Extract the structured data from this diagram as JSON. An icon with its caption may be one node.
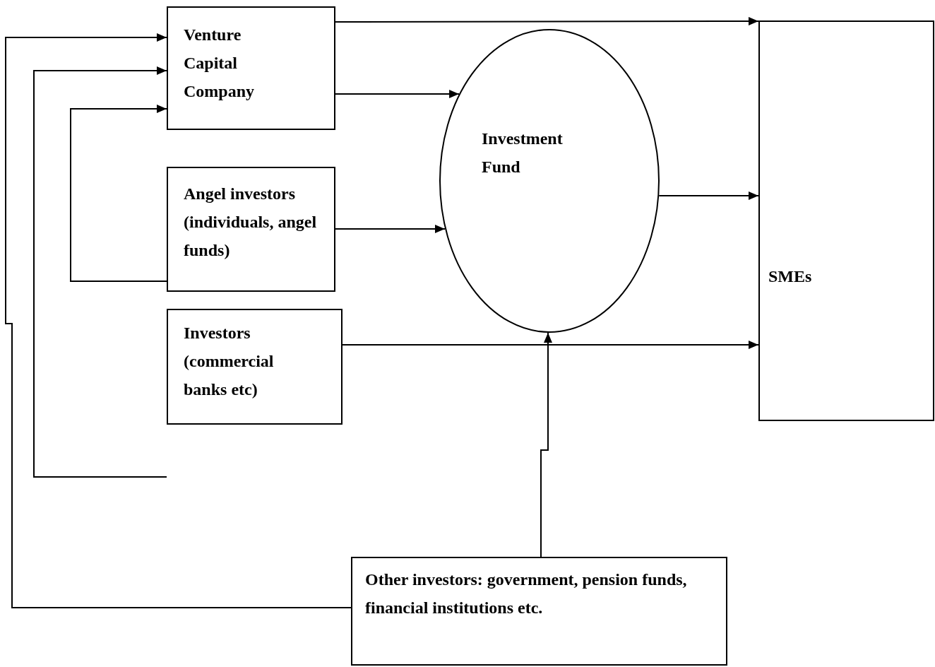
{
  "diagram": {
    "nodes": [
      {
        "text": [
          "Venture Capital Company"
        ]
      },
      {
        "text": [
          "Investment Fund"
        ]
      },
      {
        "text": [
          "Angel investors (individuals, angel funds)"
        ]
      },
      {
        "text": [
          "Investors (commercial banks etc)"
        ]
      },
      {
        "text": [
          "SMEs"
        ]
      },
      {
        "text": [
          "Other investors: government, pension funds, financial institutions etc."
        ]
      }
    ],
    "edges": [
      {
        "from": 0,
        "to": 4,
        "arrow": "to"
      },
      {
        "from": 0,
        "to": 1,
        "arrow": "to"
      },
      {
        "from": 2,
        "to": 1,
        "arrow": "to"
      },
      {
        "from": 1,
        "to": 4,
        "arrow": "to"
      },
      {
        "from": 3,
        "to": 4,
        "arrow": "to"
      },
      {
        "from": 5,
        "to": 1,
        "arrow": "to"
      },
      {
        "from": 2,
        "to": 0,
        "arrow": "to"
      },
      {
        "from": null,
        "to": 0,
        "arrow": "to"
      },
      {
        "from": 5,
        "to": 0,
        "arrow": "to"
      }
    ]
  }
}
